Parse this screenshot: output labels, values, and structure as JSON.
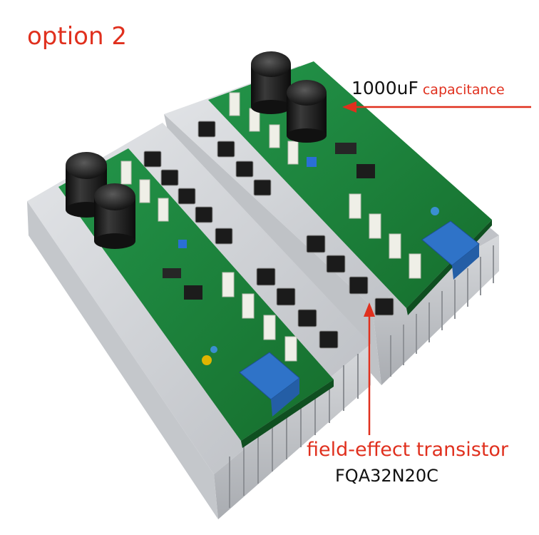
{
  "labels": {
    "option": "option 2",
    "capacitor_value": "1000uF",
    "capacitor_word": "capacitance",
    "transistor_caption": "field-effect transistor",
    "transistor_part": "FQA32N20C"
  },
  "colors": {
    "annotation_red": "#e0301e",
    "annotation_black": "#111111",
    "pcb_green": "#1f8a3b",
    "heatsink_silver": "#c9ccd0",
    "capacitor_black": "#1a1a1a",
    "relay_blue": "#2f73c8"
  }
}
